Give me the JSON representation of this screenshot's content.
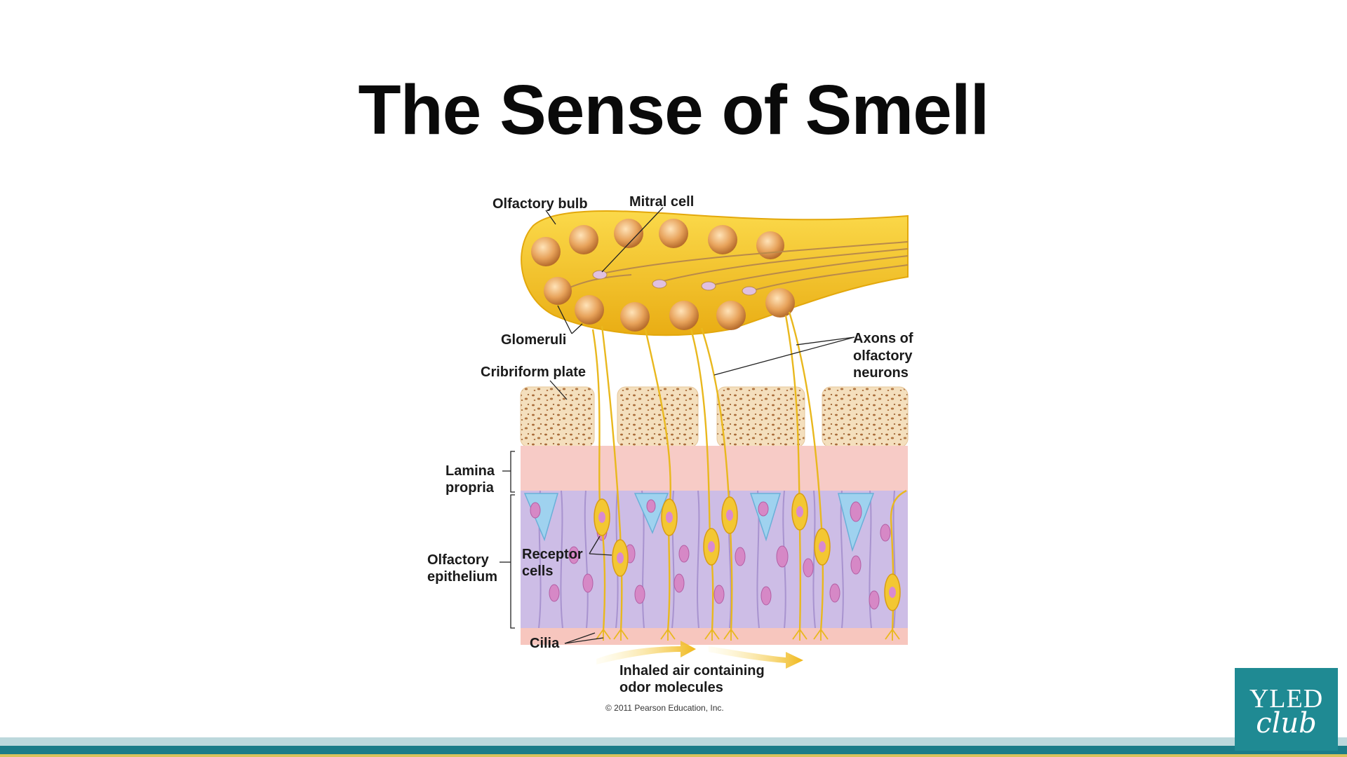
{
  "slide": {
    "title": "The Sense of Smell"
  },
  "diagram": {
    "labels": {
      "olfactory_bulb": "Olfactory bulb",
      "mitral_cell": "Mitral cell",
      "glomeruli": "Glomeruli",
      "axons_line1": "Axons of",
      "axons_line2": "olfactory",
      "axons_line3": "neurons",
      "cribriform_plate": "Cribriform plate",
      "lamina_line1": "Lamina",
      "lamina_line2": "propria",
      "epithelium_line1": "Olfactory",
      "epithelium_line2": "epithelium",
      "receptor_line1": "Receptor",
      "receptor_line2": "cells",
      "cilia": "Cilia",
      "air_line1": "Inhaled air containing",
      "air_line2": "odor molecules"
    },
    "copyright": "© 2011 Pearson Education, Inc.",
    "colors": {
      "bulb": "#f2c21b",
      "bone": "#f3dcb6",
      "lamina": "#f6c7c4",
      "epithelium": "#cbb8e3",
      "neuron": "#f0c230",
      "support_nucleus": "#d07bc0"
    }
  },
  "logo": {
    "top": "YLED",
    "bottom": "club"
  }
}
